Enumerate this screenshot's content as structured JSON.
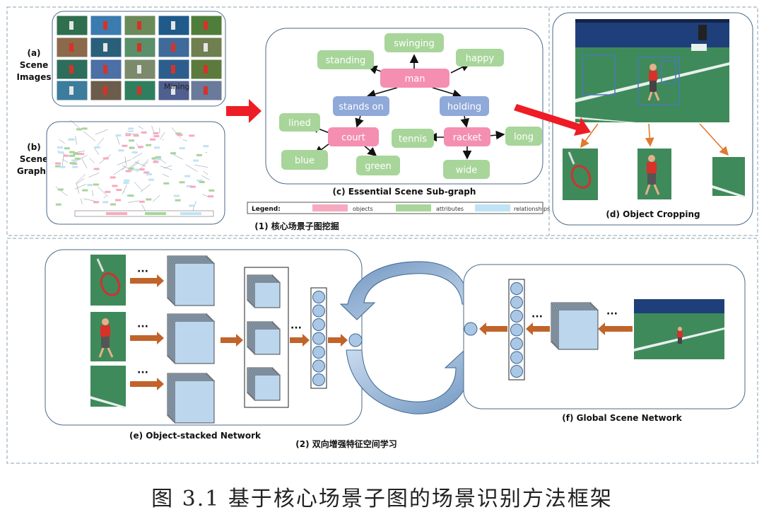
{
  "labels": {
    "scene_images": [
      "(a)",
      "Scene",
      "Images"
    ],
    "scene_graphs": [
      "(b)",
      "Scene",
      "Graphs"
    ],
    "mining_overlay": "Mining",
    "sub_graph": "(c)  Essential Scene Sub-graph",
    "object_cropping": "(d)  Object Cropping",
    "stage1": "(1) 核心场景子图挖掘",
    "object_stacked": "(e)  Object-stacked Network",
    "global_scene": "(f)  Global Scene Network",
    "stage2": "(2) 双向增强特征空间学习",
    "ellipsis": "···"
  },
  "legend": {
    "title": "Legend:",
    "objects": "objects",
    "attributes": "attributes",
    "relationships": "relationships"
  },
  "graph_nodes": {
    "man": "man",
    "swinging": "swinging",
    "standing": "standing",
    "happy": "happy",
    "stands_on": "stands on",
    "holding": "holding",
    "lined": "lined",
    "court": "court",
    "tennis": "tennis",
    "racket": "racket",
    "long": "long",
    "blue": "blue",
    "green": "green",
    "wide": "wide"
  },
  "colors": {
    "object": "#f48fb1",
    "attribute": "#a8d59a",
    "relation": "#8fa9d9",
    "relation_legend": "#bfe3f5",
    "red_arrow": "#ee1c25",
    "orange_arrow": "#c0642a",
    "box_stroke": "#4a6a8a",
    "court": "#3f8a5a",
    "feature_box": "#bcd6ee"
  },
  "caption": "图 3.1 基于核心场景子图的场景识别方法框架"
}
